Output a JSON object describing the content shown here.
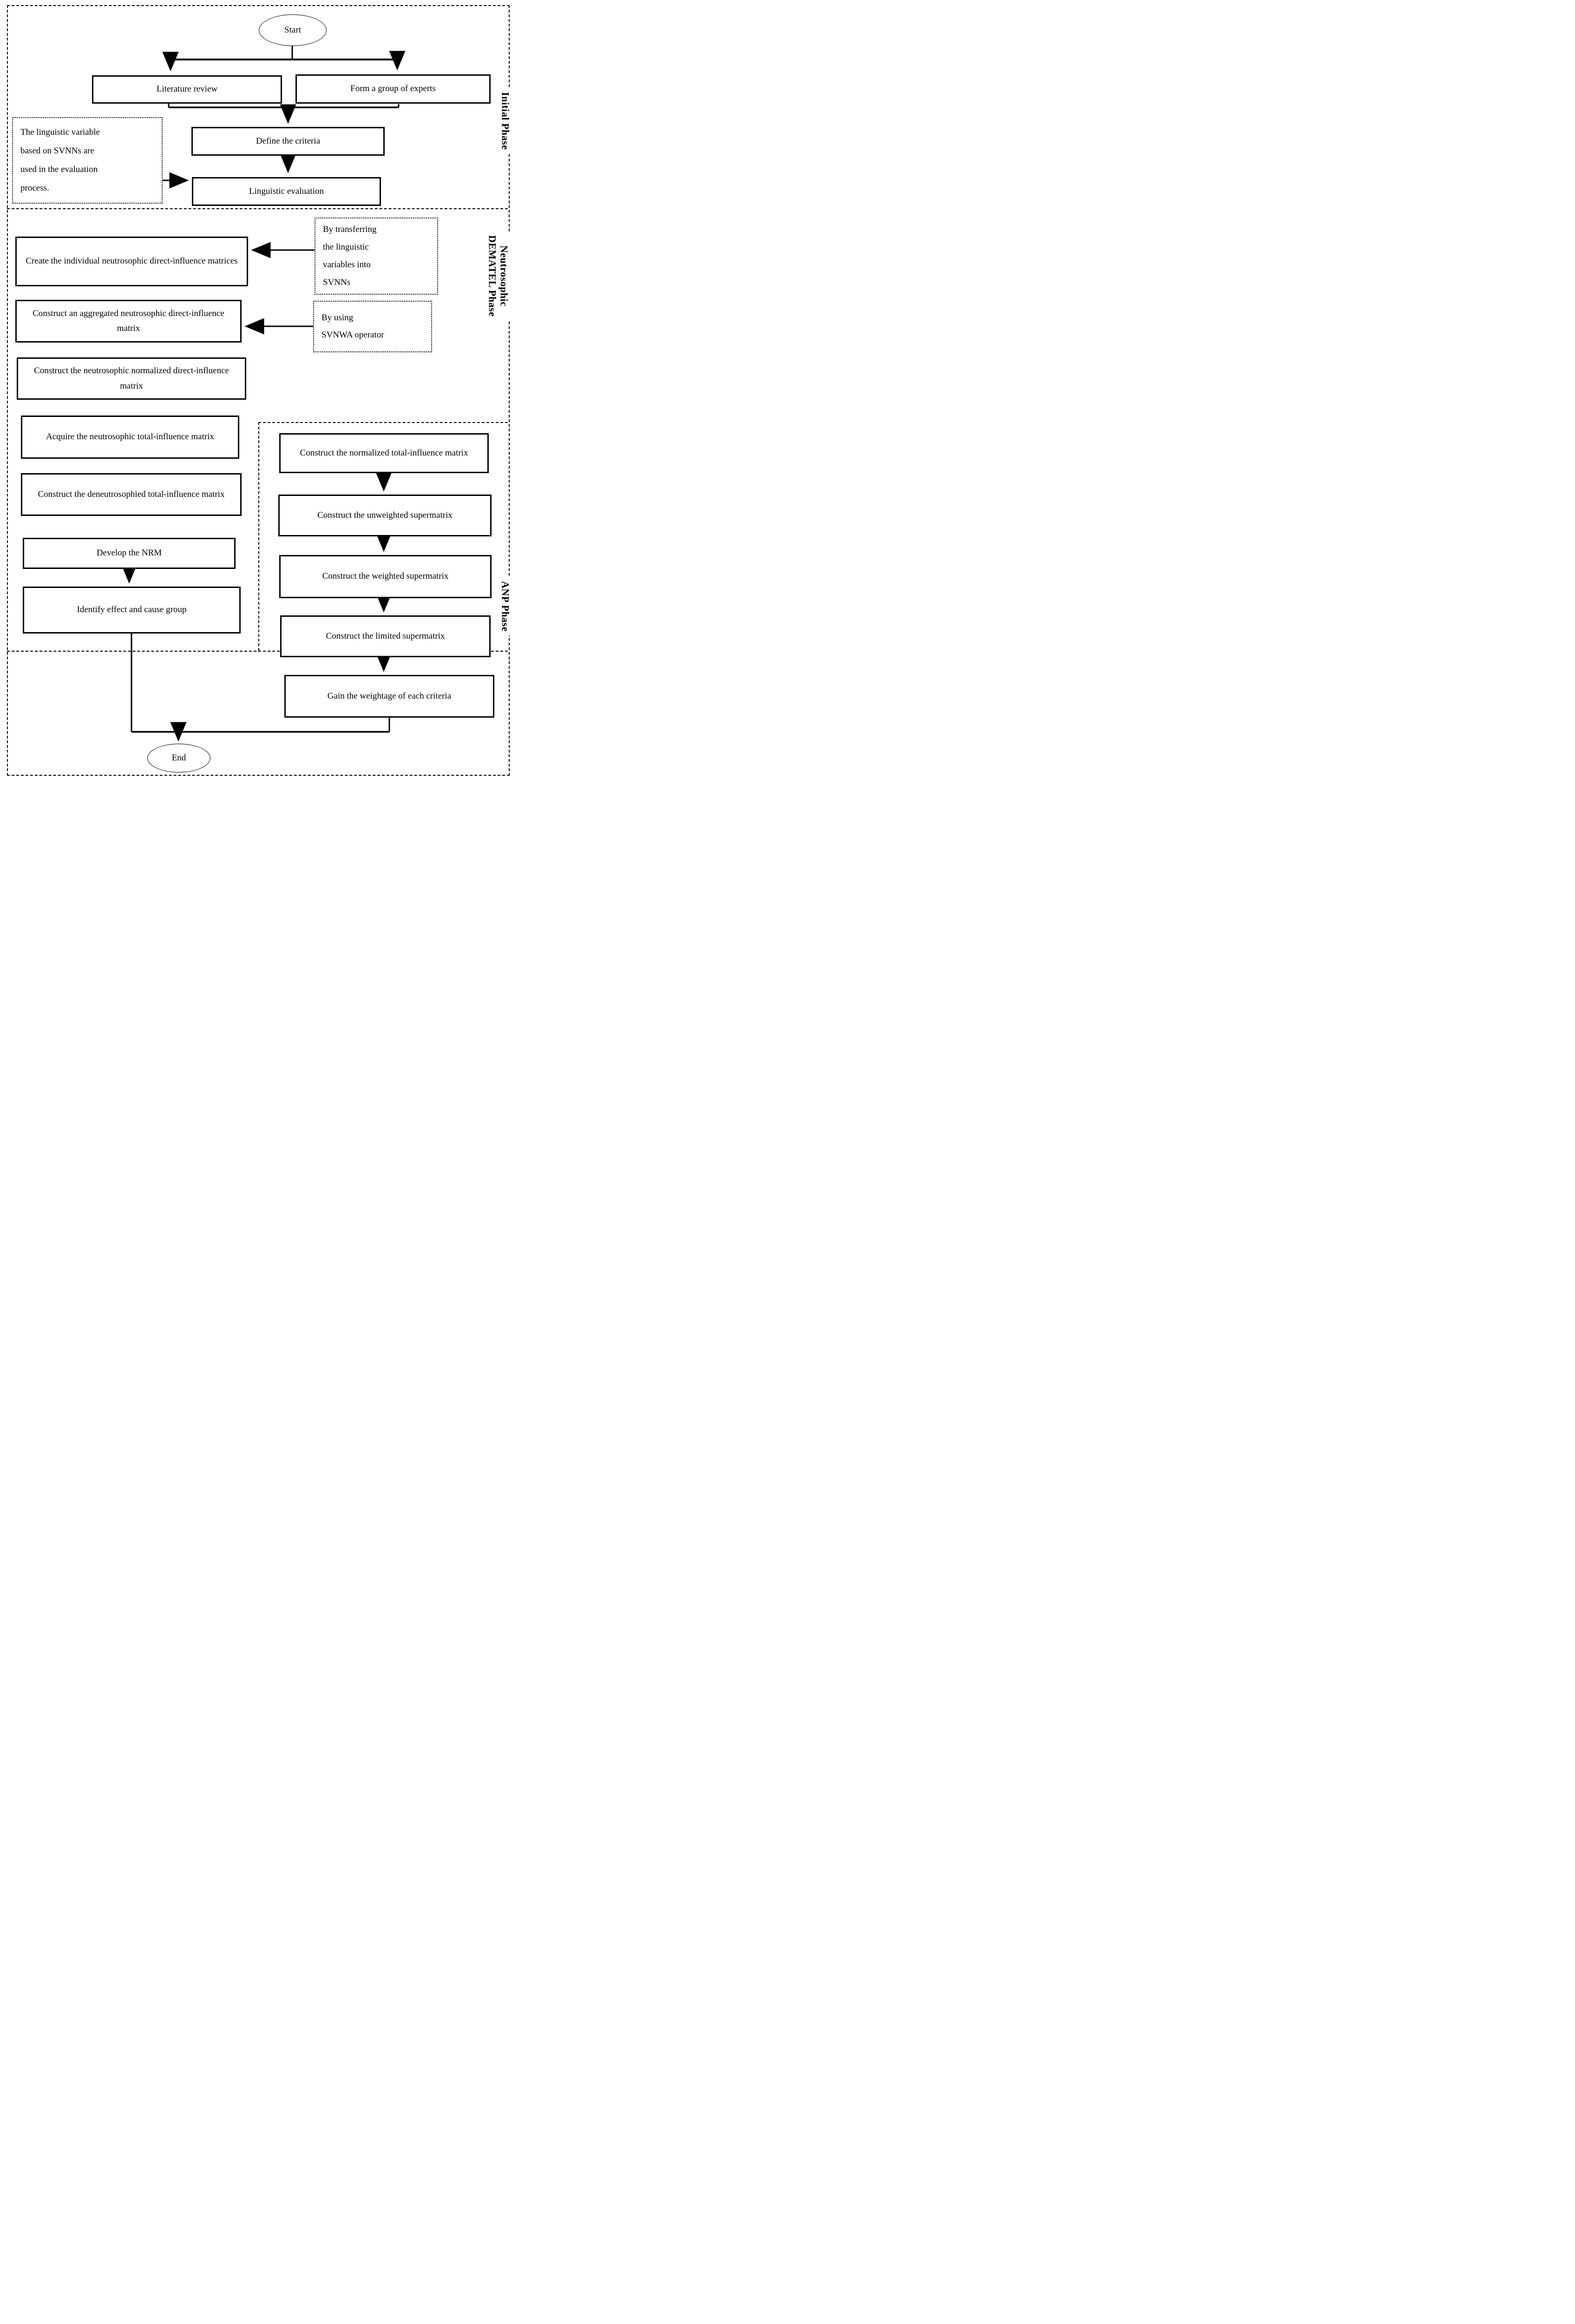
{
  "flowchart": {
    "terminals": {
      "start": "Start",
      "end": "End"
    },
    "phases": {
      "initial": {
        "label": "Initial Phase",
        "literature_review": "Literature review",
        "form_experts": "Form a group of experts",
        "define_criteria": "Define the criteria",
        "linguistic_evaluation": "Linguistic evaluation",
        "note_svnn": "The linguistic variable\nbased on SVNNs are\nused in the evaluation\nprocess."
      },
      "dematel": {
        "label": "Neutrosophic\nDEMATEL Phase",
        "create_individual": "Create the individual neutrosophic direct-influence matrices",
        "note_transfer": "By transferring\nthe linguistic\nvariables into\nSVNNs",
        "construct_aggregated": "Construct an aggregated neutrosophic direct-influence matrix",
        "note_svnwa": "By using\nSVNWA operator",
        "construct_normalized_direct": "Construct the neutrosophic normalized direct-influence matrix",
        "acquire_total": "Acquire the neutrosophic total-influence matrix",
        "construct_deneutrosophied": "Construct the deneutrosophied total-influence matrix",
        "develop_nrm": "Develop the NRM",
        "identify_groups": "Identify effect and cause group"
      },
      "anp": {
        "label": "ANP Phase",
        "construct_normalized_total": "Construct the normalized total-influence matrix",
        "construct_unweighted": "Construct the unweighted supermatrix",
        "construct_weighted": "Construct the weighted supermatrix",
        "construct_limited": "Construct the limited supermatrix",
        "gain_weightage": "Gain the weightage of each criteria"
      }
    }
  }
}
